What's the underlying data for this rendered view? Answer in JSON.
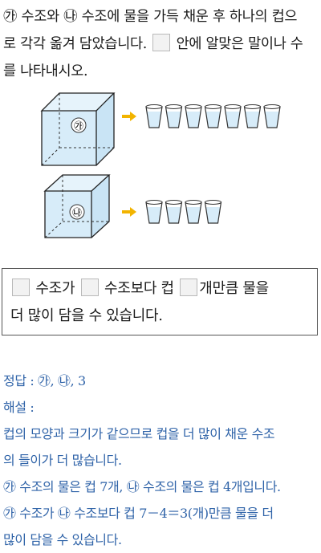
{
  "question": {
    "line1": "㉮ 수조와 ㉯ 수조에 물을 가득 채운 후 하나의 컵으",
    "line2a": "로 각각 옮겨 담았습니다.",
    "line2b": "안에 알맞은 말이나 수",
    "line3": "를 나타내시오."
  },
  "figure": {
    "tank_a_label": "㉮",
    "tank_b_label": "㉯",
    "tank_a_cups": 7,
    "tank_b_cups": 4,
    "arrow_color": "#f2b400",
    "water_color": "#d7ecf9"
  },
  "answer_sentence": {
    "part1": "수조가",
    "part2": "수조보다 컵",
    "part3": "개만큼 물을",
    "line2": "더 많이 담을 수 있습니다."
  },
  "solution": {
    "answer": "정답 : ㉮, ㉯, 3",
    "heading": "해설 :",
    "lines": [
      "컵의 모양과 크기가 같으므로 컵을 더 많이 채운 수조",
      "의 들이가 더 많습니다.",
      "㉮ 수조의 물은 컵 7개, ㉯ 수조의 물은 컵 4개입니다.",
      "㉮ 수조가 ㉯ 수조보다 컵 7－4＝3(개)만큼 물을 더",
      "많이 담을 수 있습니다."
    ]
  }
}
